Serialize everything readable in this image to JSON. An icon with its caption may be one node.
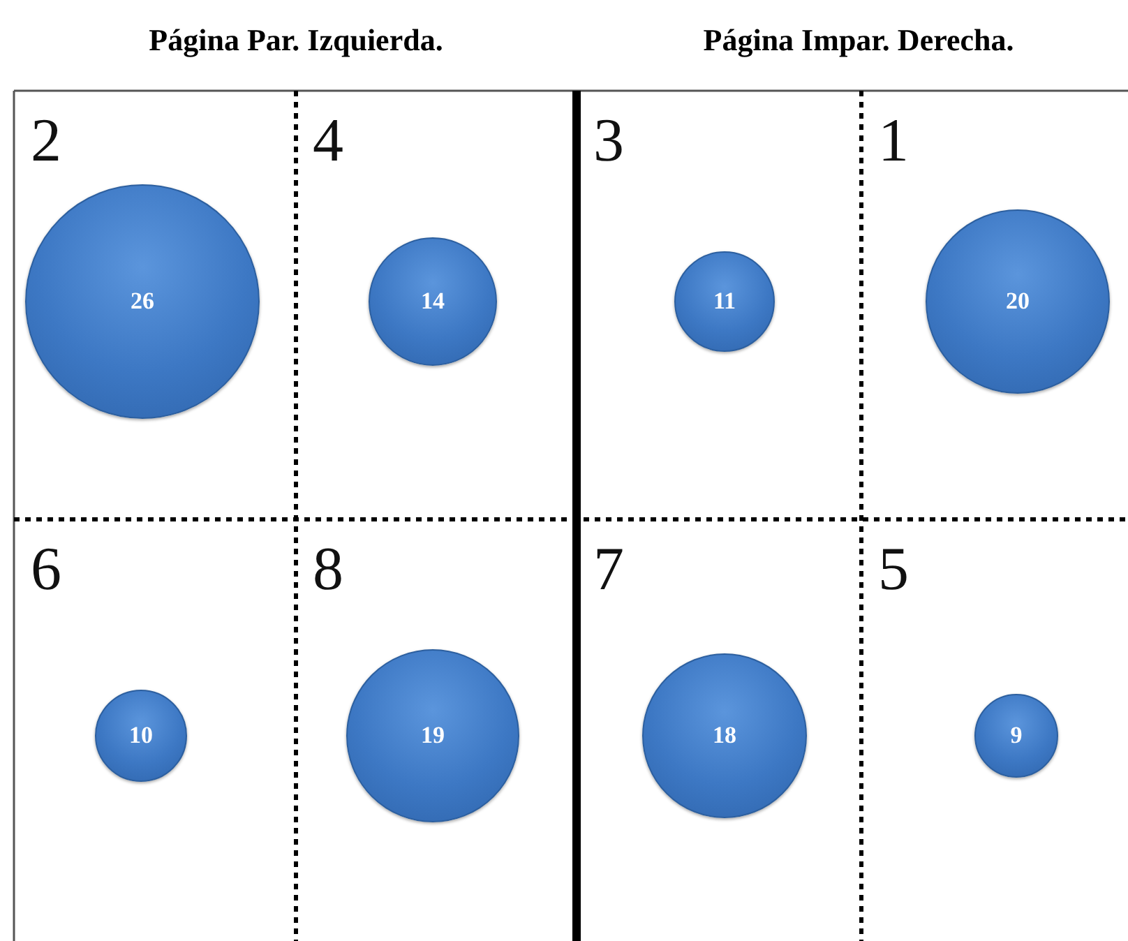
{
  "diagram": {
    "nodes": [
      {
        "text": [
          "2"
        ]
      },
      {
        "text": [
          "26"
        ],
        "in": 0
      },
      {
        "text": [
          "4"
        ]
      },
      {
        "text": [
          "14"
        ],
        "in": 2
      },
      {
        "text": [
          "3"
        ]
      },
      {
        "text": [
          "11"
        ],
        "in": 4
      },
      {
        "text": [
          "1"
        ]
      },
      {
        "text": [
          "20"
        ],
        "in": 6
      },
      {
        "text": [
          "6"
        ]
      },
      {
        "text": [
          "10"
        ],
        "in": 8
      },
      {
        "text": [
          "8"
        ]
      },
      {
        "text": [
          "19"
        ],
        "in": 10
      },
      {
        "text": [
          "7"
        ]
      },
      {
        "text": [
          "18"
        ],
        "in": 12
      },
      {
        "text": [
          "5"
        ]
      },
      {
        "text": [
          "9"
        ],
        "in": 14
      }
    ],
    "edges": [],
    "labels": [
      "Página Par. Izquierda.",
      "Página Impar. Derecha."
    ]
  }
}
